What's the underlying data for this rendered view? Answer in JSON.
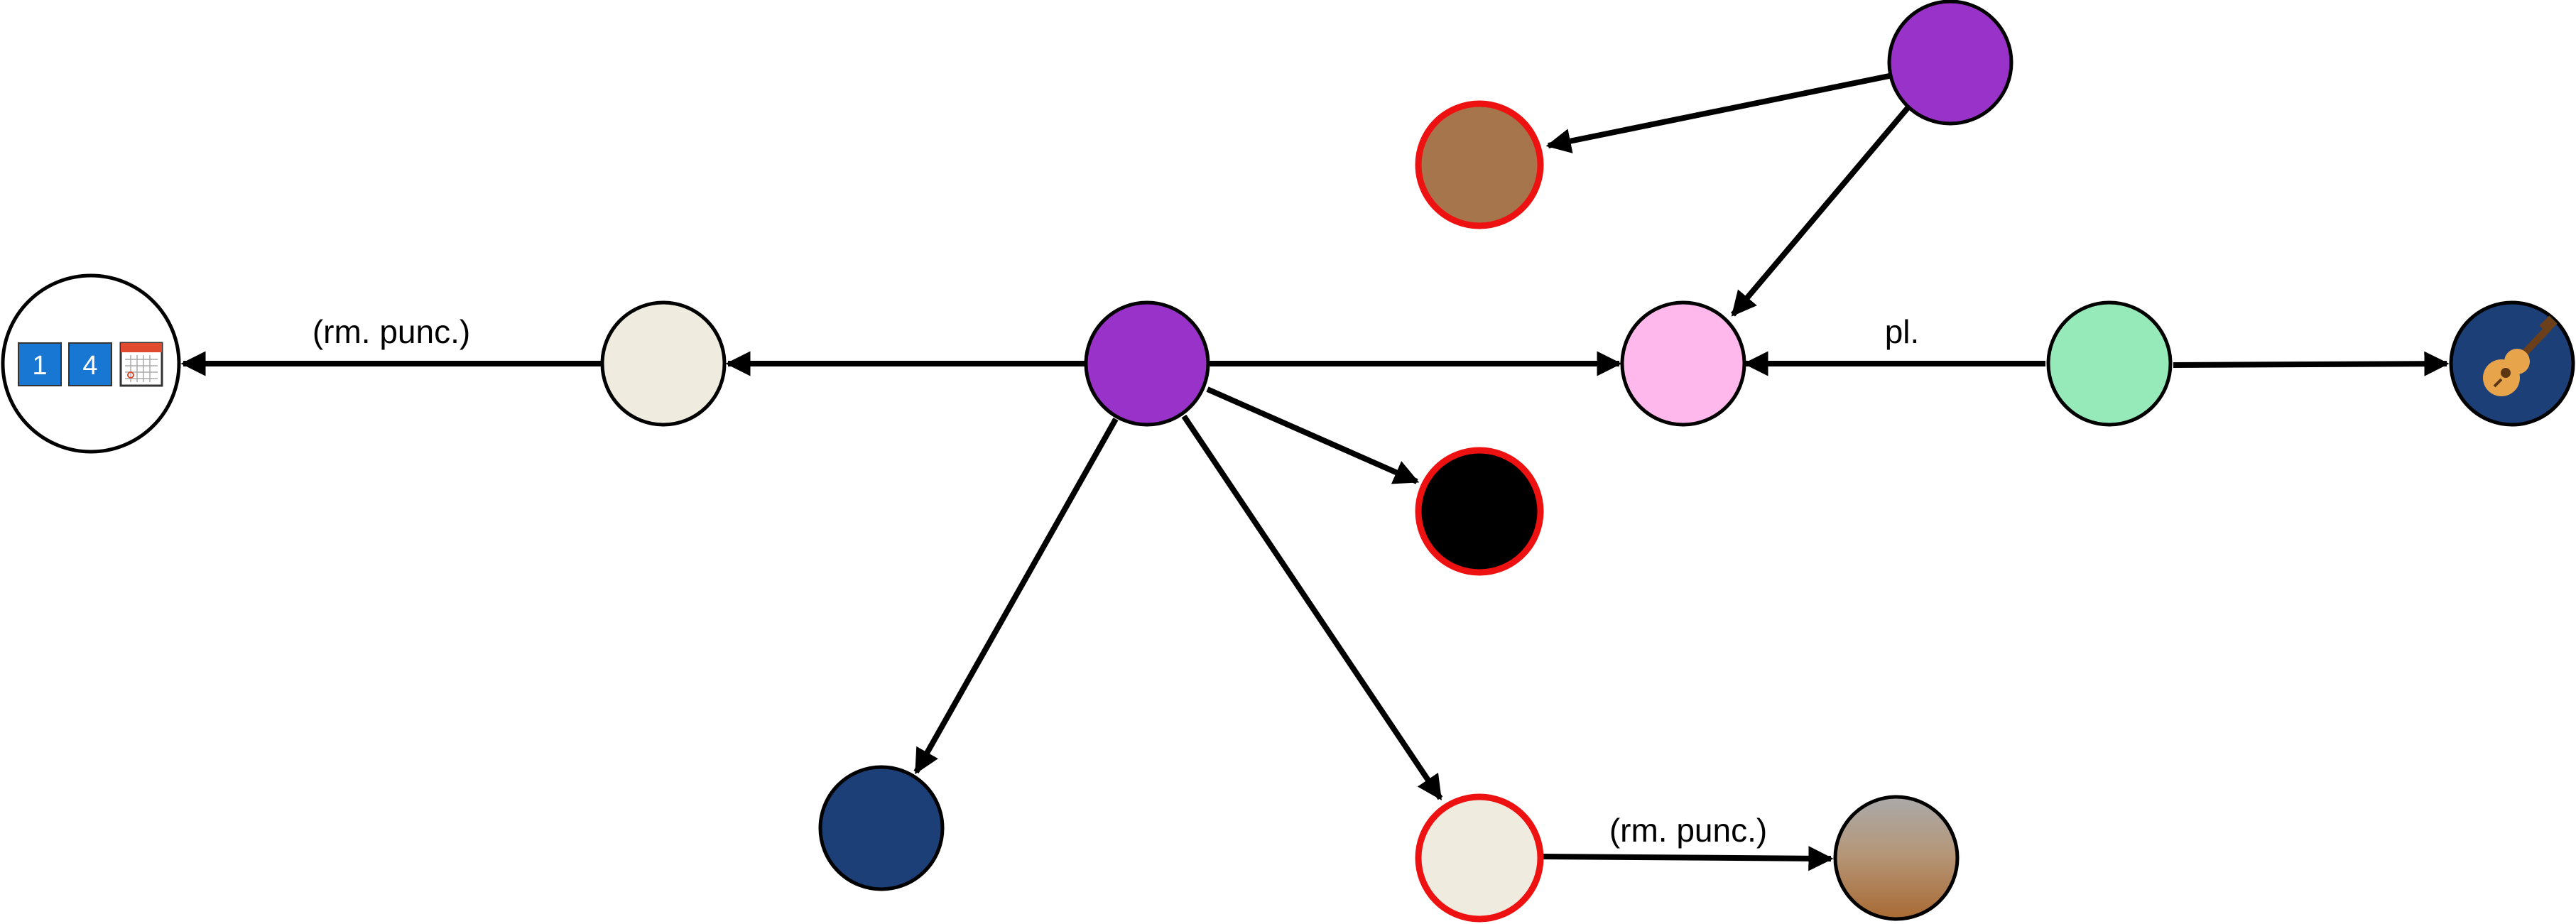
{
  "diagram": {
    "nodes": [
      {
        "id": "icon-calendar-numbers",
        "fill": "#ffffff",
        "border": "black",
        "icon": "calendar-number-tiles-icon",
        "digits": [
          "1",
          "4"
        ]
      },
      {
        "id": "cream-left",
        "fill": "#f0ebdf",
        "border": "black"
      },
      {
        "id": "purple-center",
        "fill": "#9932c8",
        "border": "black"
      },
      {
        "id": "purple-top",
        "fill": "#9932c8",
        "border": "black"
      },
      {
        "id": "brown-top",
        "fill": "#a6754b",
        "border": "red"
      },
      {
        "id": "pink-right",
        "fill": "#ffb8ec",
        "border": "black"
      },
      {
        "id": "mint-right",
        "fill": "#96eab9",
        "border": "black"
      },
      {
        "id": "icon-guitar",
        "fill": "#1b3f76",
        "border": "black",
        "icon": "guitar-icon"
      },
      {
        "id": "black-mid",
        "fill": "#000000",
        "border": "red"
      },
      {
        "id": "navy-bottom",
        "fill": "#1b3f76",
        "border": "black"
      },
      {
        "id": "cream-bottom",
        "fill": "#f0ebdf",
        "border": "red"
      },
      {
        "id": "gradient-bottom",
        "fill": "gradient-gray-to-brown",
        "border": "black"
      }
    ],
    "edges": [
      {
        "from": "cream-left",
        "to": "icon-calendar-numbers",
        "label": "(rm. punc.)"
      },
      {
        "from": "purple-center",
        "to": "cream-left",
        "label": ""
      },
      {
        "from": "purple-center",
        "to": "pink-right",
        "label": ""
      },
      {
        "from": "purple-top",
        "to": "brown-top",
        "label": ""
      },
      {
        "from": "purple-top",
        "to": "pink-right",
        "label": ""
      },
      {
        "from": "mint-right",
        "to": "pink-right",
        "label": "pl."
      },
      {
        "from": "mint-right",
        "to": "icon-guitar",
        "label": ""
      },
      {
        "from": "purple-center",
        "to": "black-mid",
        "label": ""
      },
      {
        "from": "purple-center",
        "to": "navy-bottom",
        "label": ""
      },
      {
        "from": "purple-center",
        "to": "cream-bottom",
        "label": ""
      },
      {
        "from": "cream-bottom",
        "to": "gradient-bottom",
        "label": "(rm. punc.)"
      }
    ]
  }
}
